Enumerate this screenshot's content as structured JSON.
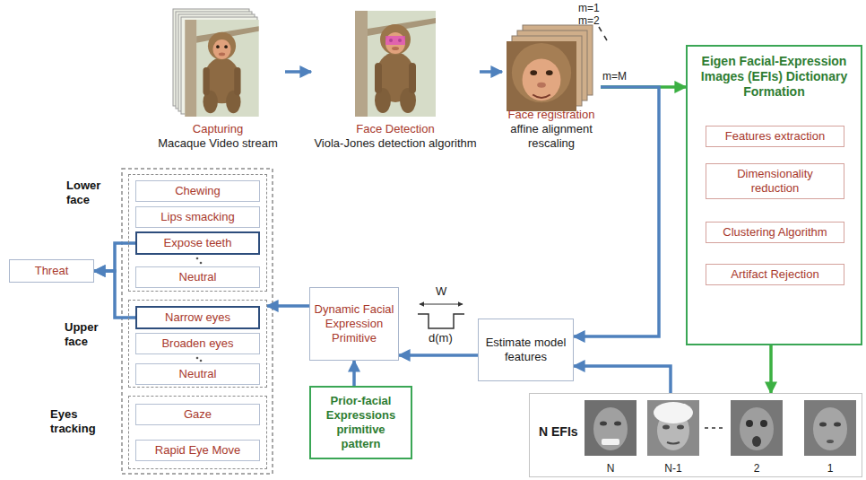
{
  "diagram": {
    "nodes": [
      {
        "text": [
          "Capturing",
          "Macaque Video stream"
        ]
      },
      {
        "text": [
          "Face Detection",
          "Viola-Jones detection algorithm"
        ]
      },
      {
        "text": [
          "Face registration",
          "affine alignment rescaling"
        ]
      },
      {
        "text": [
          "Eigen Facial-Expression Images (EFIs) Dictionary Formation"
        ]
      },
      {
        "text": [
          "Features extraction"
        ],
        "in": 3
      },
      {
        "text": [
          "Dimensionality reduction"
        ],
        "in": 3
      },
      {
        "text": [
          "Clustering Algorithm"
        ],
        "in": 3
      },
      {
        "text": [
          "Artifact Rejection"
        ],
        "in": 3
      },
      {
        "text": [
          "Lower face"
        ]
      },
      {
        "text": [
          "Chewing"
        ],
        "in": 8
      },
      {
        "text": [
          "Lips smacking"
        ],
        "in": 8
      },
      {
        "text": [
          "Expose teeth"
        ],
        "in": 8
      },
      {
        "text": [
          "Neutral"
        ],
        "in": 8
      },
      {
        "text": [
          "Threat"
        ]
      },
      {
        "text": [
          "Dynamic Facial Expression Primitive"
        ]
      },
      {
        "text": [
          "Estimate model features"
        ]
      },
      {
        "text": [
          "Upper face"
        ]
      },
      {
        "text": [
          "Narrow eyes"
        ],
        "in": 16
      },
      {
        "text": [
          "Broaden eyes"
        ],
        "in": 16
      },
      {
        "text": [
          "Neutral"
        ],
        "in": 16
      },
      {
        "text": [
          "Eyes tracking"
        ]
      },
      {
        "text": [
          "Gaze"
        ],
        "in": 20
      },
      {
        "text": [
          "Rapid Eye Move"
        ],
        "in": 20
      },
      {
        "text": [
          "Prior-facial Expressions primitive pattern"
        ]
      },
      {
        "text": [
          "N EFIs",
          "N",
          "N-1",
          "2",
          "1"
        ]
      }
    ],
    "edges": [
      {
        "from": 0,
        "to": 1,
        "arrow": "to"
      },
      {
        "from": 1,
        "to": 2,
        "arrow": "to"
      },
      {
        "from": 2,
        "to": 3,
        "arrow": "to"
      },
      {
        "from": 2,
        "to": 15,
        "arrow": "to"
      },
      {
        "from": 4,
        "to": 5,
        "arrow": "to"
      },
      {
        "from": 5,
        "to": 6,
        "arrow": "to"
      },
      {
        "from": 6,
        "to": 7,
        "arrow": "to"
      },
      {
        "from": 3,
        "to": 24,
        "arrow": "to"
      },
      {
        "from": 24,
        "to": 15,
        "arrow": "to"
      },
      {
        "from": 15,
        "to": 14,
        "arrow": "to"
      },
      {
        "from": 23,
        "to": 14,
        "arrow": "to"
      },
      {
        "from": 14,
        "to": 16,
        "arrow": "to"
      },
      {
        "from": 11,
        "to": 13,
        "arrow": "to"
      },
      {
        "from": 17,
        "to": 13,
        "arrow": "to"
      }
    ],
    "labels": [
      "m=1",
      "m=2",
      "m=M",
      "W",
      "d(m)"
    ]
  }
}
